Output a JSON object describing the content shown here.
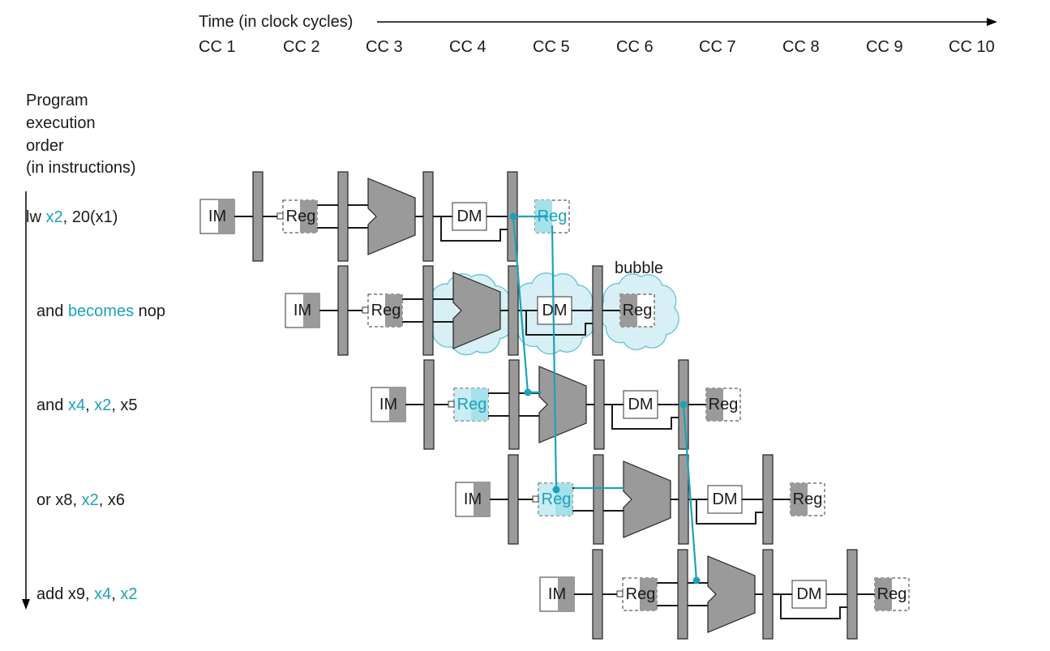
{
  "time_axis": {
    "label": "Time (in clock cycles)",
    "cycles": [
      "CC 1",
      "CC 2",
      "CC 3",
      "CC 4",
      "CC 5",
      "CC 6",
      "CC 7",
      "CC 8",
      "CC 9",
      "CC 10"
    ]
  },
  "order_label": [
    "Program",
    "execution",
    "order",
    "(in instructions)"
  ],
  "instructions": [
    {
      "parts": [
        {
          "t": "lw ",
          "hl": false
        },
        {
          "t": "x2",
          "hl": true
        },
        {
          "t": ", 20(x1)",
          "hl": false
        }
      ]
    },
    {
      "parts": [
        {
          "t": "and ",
          "hl": false
        },
        {
          "t": "becomes",
          "hl": true
        },
        {
          "t": " nop",
          "hl": false
        }
      ]
    },
    {
      "parts": [
        {
          "t": "and ",
          "hl": false
        },
        {
          "t": "x4",
          "hl": true
        },
        {
          "t": ", ",
          "hl": false
        },
        {
          "t": "x2",
          "hl": true
        },
        {
          "t": ", x5",
          "hl": false
        }
      ]
    },
    {
      "parts": [
        {
          "t": "or x8, ",
          "hl": false
        },
        {
          "t": "x2",
          "hl": true
        },
        {
          "t": ", x6",
          "hl": false
        }
      ]
    },
    {
      "parts": [
        {
          "t": "add x9, ",
          "hl": false
        },
        {
          "t": "x4",
          "hl": true
        },
        {
          "t": ", ",
          "hl": false
        },
        {
          "t": "x2",
          "hl": true
        }
      ]
    }
  ],
  "stage_labels": {
    "im": "IM",
    "reg": "Reg",
    "dm": "DM"
  },
  "bubble_label": "bubble",
  "colors": {
    "highlight": "#1aa3b8",
    "unit_fill": "#9a9a9a",
    "cloud_fill": "#d8f0f5",
    "cloud_stroke": "#5fc3d6",
    "reg_highlight": "#a6e0eb"
  }
}
